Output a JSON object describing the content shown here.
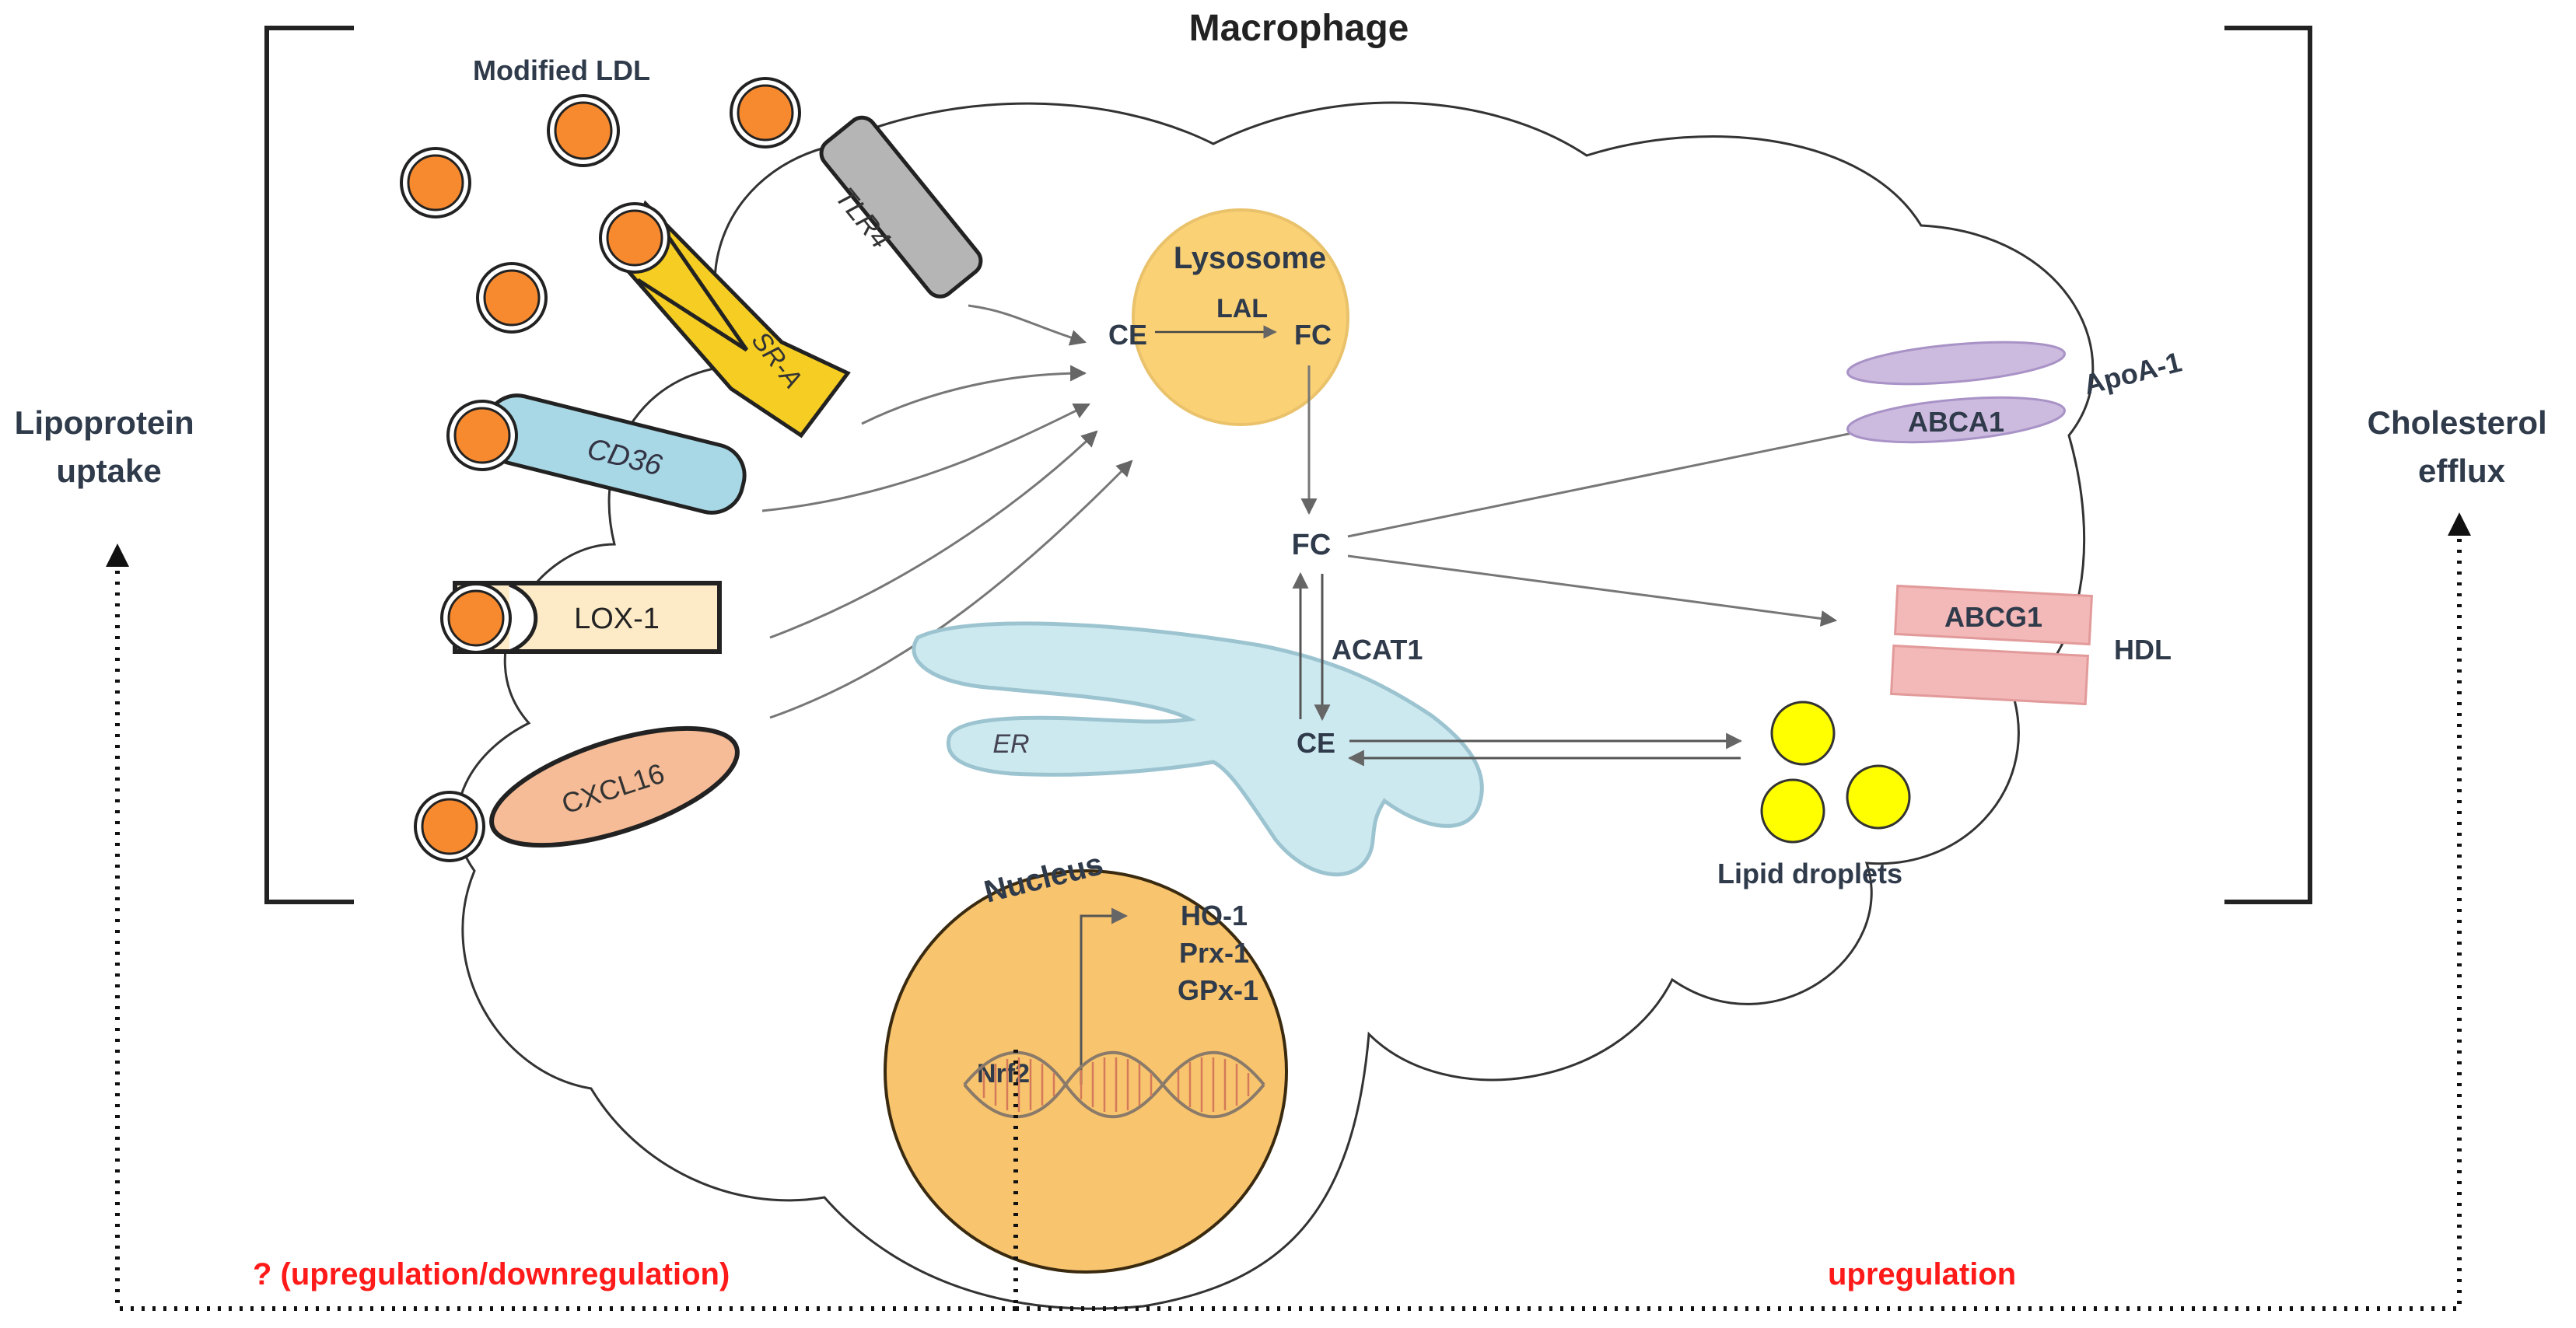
{
  "title": "Macrophage",
  "left_side": {
    "line1": "Lipoprotein",
    "line2": "uptake"
  },
  "right_side": {
    "line1": "Cholesterol",
    "line2": "efflux"
  },
  "modified_ldl": "Modified LDL",
  "receptors": {
    "tlr4": "TLR4",
    "sra": "SR-A",
    "cd36": "CD36",
    "lox1": "LOX-1",
    "cxcl16": "CXCL16"
  },
  "lysosome": {
    "title": "Lysosome",
    "ce": "CE",
    "enzyme": "LAL",
    "fc": "FC"
  },
  "cytoplasm": {
    "fc": "FC",
    "acat": "ACAT1",
    "ce": "CE"
  },
  "er": "ER",
  "nucleus": {
    "title": "Nucleus",
    "tf": "Nrf2",
    "genes": [
      "HO-1",
      "Prx-1",
      "GPx-1"
    ]
  },
  "efflux": {
    "apoa1": "ApoA-1",
    "abca1": "ABCA1",
    "abcg1": "ABCG1",
    "hdl": "HDL"
  },
  "lipid_droplets": "Lipid droplets",
  "regulation": {
    "left": "?  (upregulation/downregulation)",
    "right": "upregulation"
  },
  "colors": {
    "ldl": "#f7892e",
    "tlr4": "#b5b5b5",
    "sra": "#f5cd23",
    "cd36": "#a8d8e6",
    "lox1": "#fdebc7",
    "cxcl16": "#f6bc97",
    "lysosome": "#fbd175",
    "nucleus": "#f8c46e",
    "er": "#cde9f0",
    "abca1": "#cdbbdf",
    "abcg1": "#f3b8b8",
    "lipid": "#ffff00",
    "regulation": "#ff1a1a"
  }
}
